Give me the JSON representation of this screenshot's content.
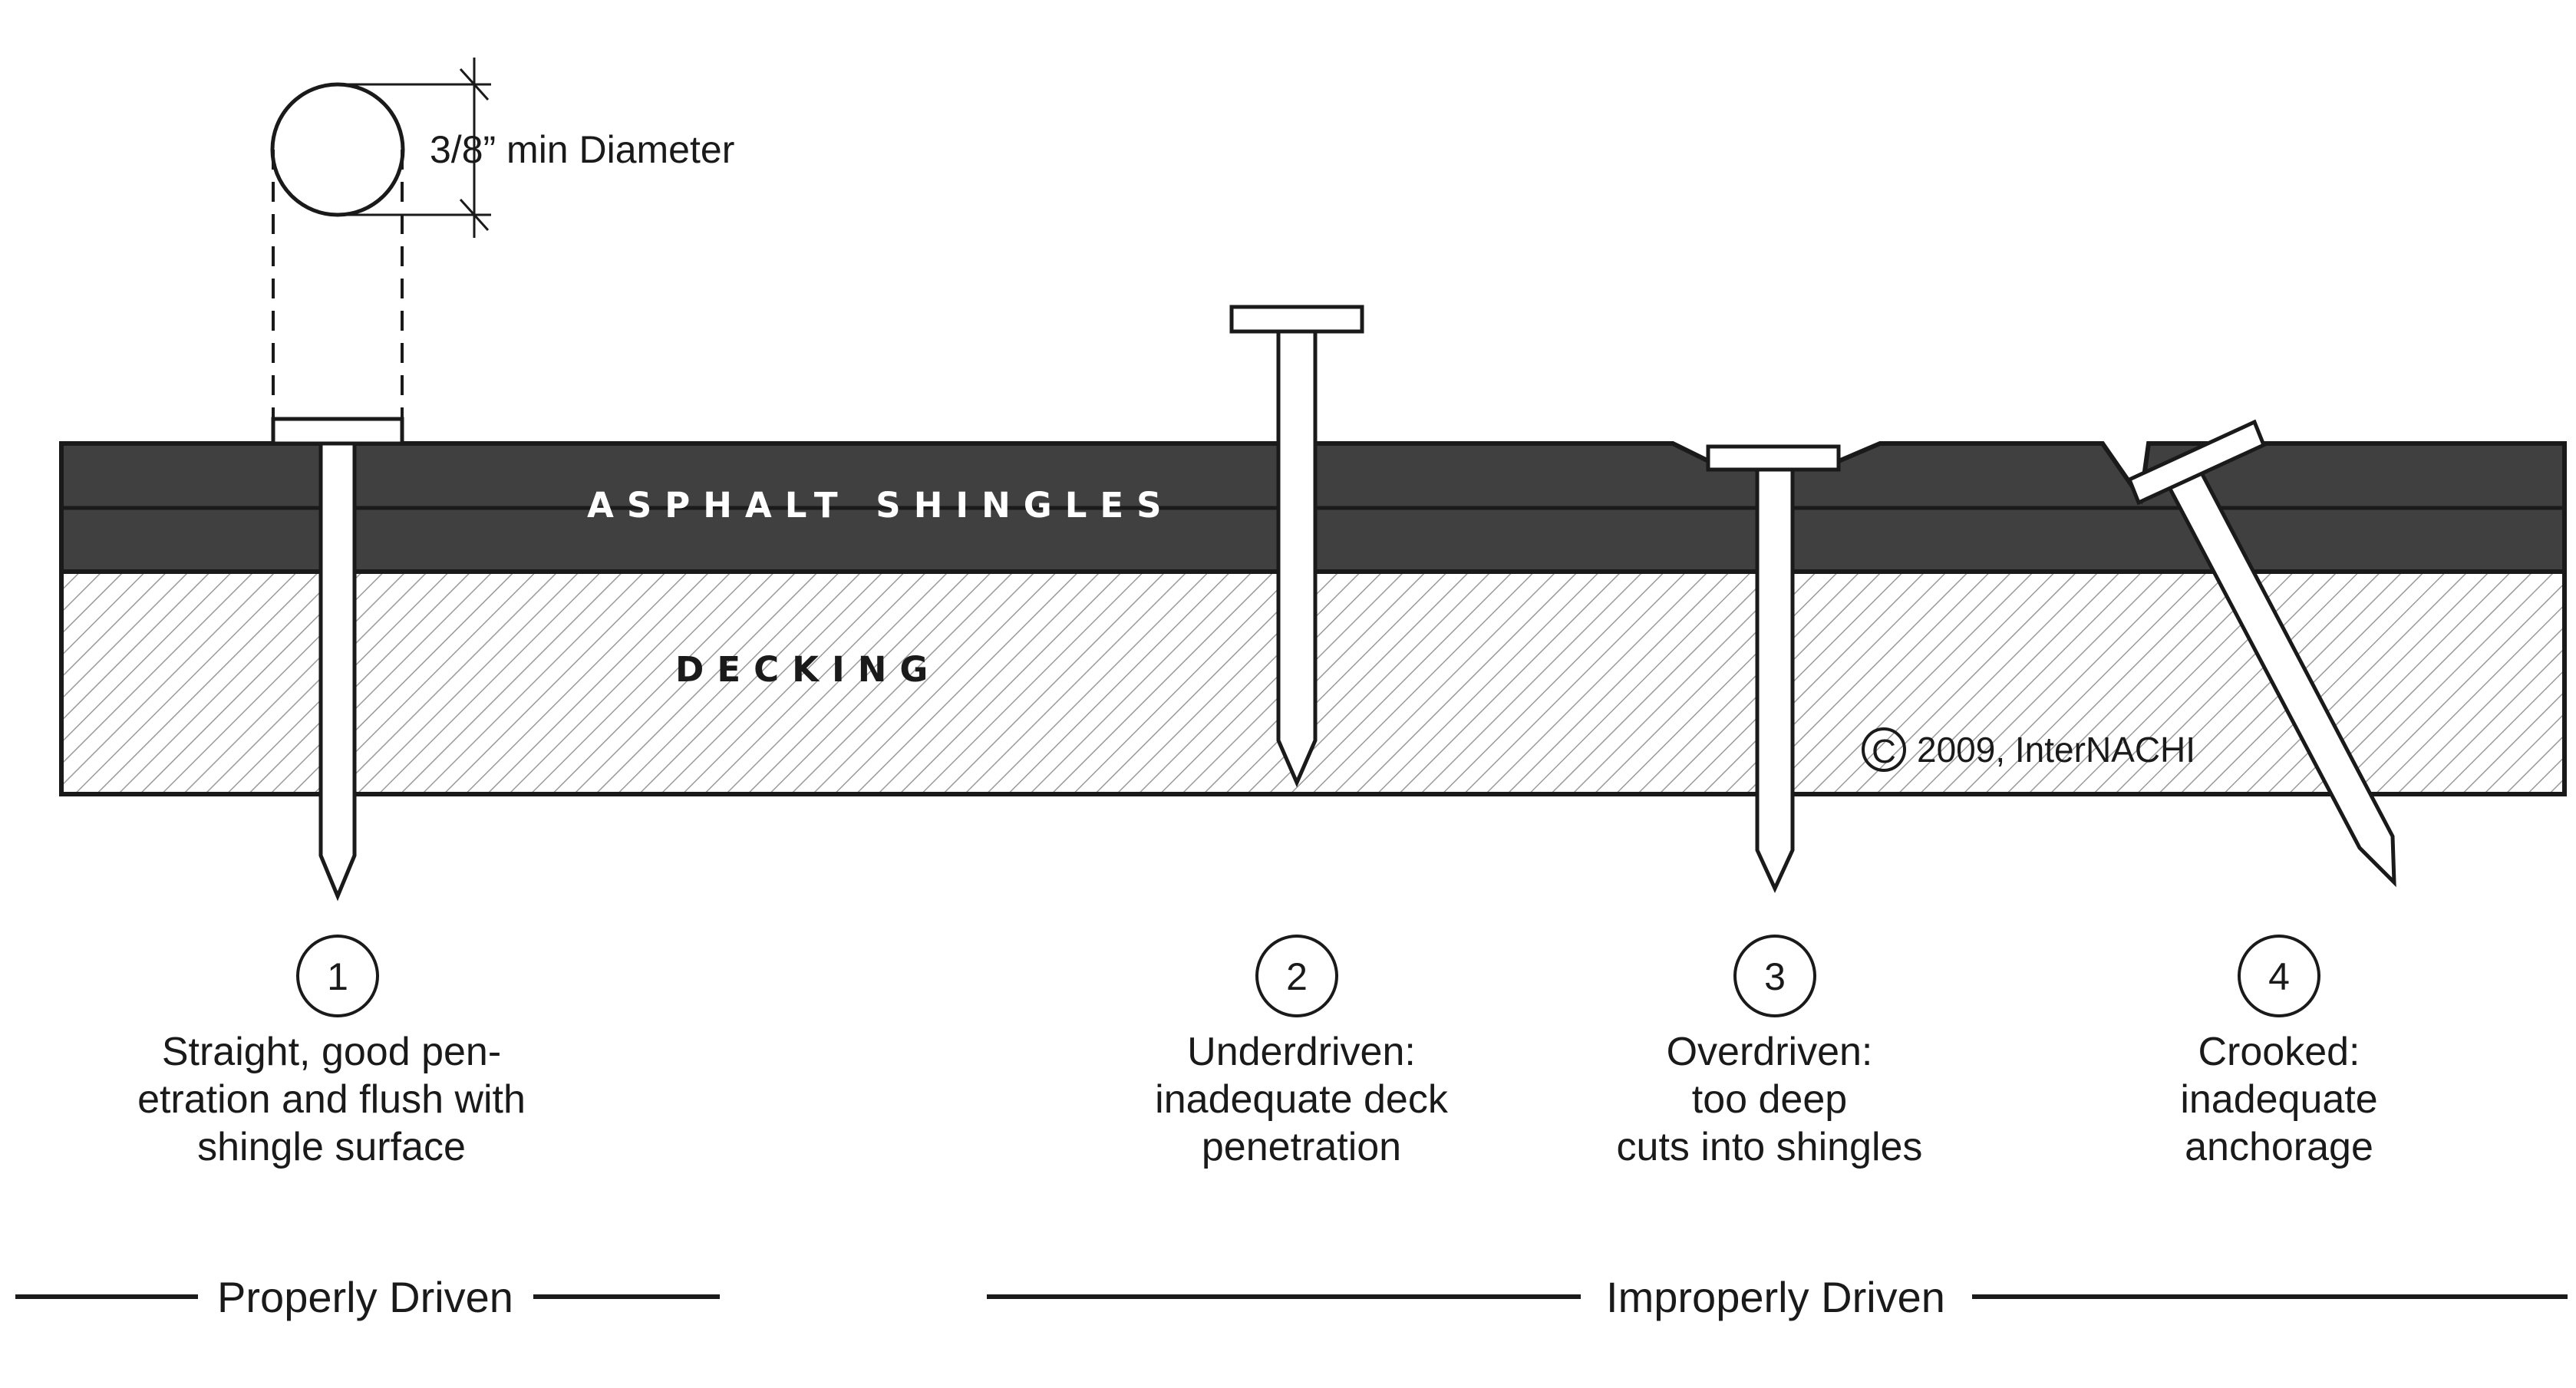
{
  "diagram": {
    "layers": {
      "shingles_label": "ASPHALT SHINGLES",
      "decking_label": "DECKING"
    },
    "dimension_label": "3/8” min Diameter",
    "copyright": "2009, InterNACHI",
    "copyright_symbol": "C",
    "nails": [
      {
        "number": "1",
        "caption": [
          "Straight, good pen-",
          "etration and flush with",
          "shingle surface"
        ]
      },
      {
        "number": "2",
        "caption": [
          "Underdriven:",
          "inadequate deck",
          "penetration"
        ]
      },
      {
        "number": "3",
        "caption": [
          "Overdriven:",
          "too deep",
          "cuts into shingles"
        ]
      },
      {
        "number": "4",
        "caption": [
          "Crooked:",
          "inadequate",
          "anchorage"
        ]
      }
    ],
    "groups": {
      "proper": "Properly Driven",
      "improper": "Improperly Driven"
    },
    "colors": {
      "shingles": "#404040",
      "outline": "#1a1a1a",
      "hatch": "#9a9a9a",
      "background": "#ffffff"
    }
  }
}
